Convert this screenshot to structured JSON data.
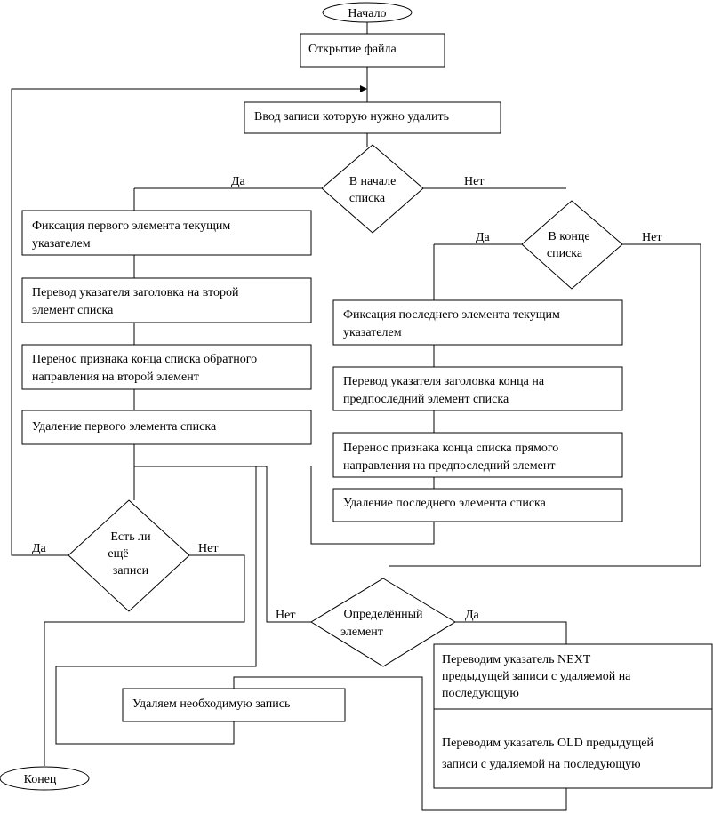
{
  "terminals": {
    "start": "Начало",
    "end": "Конец"
  },
  "process": {
    "open_file": "Открытие файла",
    "input_record": "Ввод записи которую нужно удалить",
    "first_fix": [
      "Фиксация первого элемента текущим",
      "указателем"
    ],
    "first_move_head": [
      "Перевод указателя заголовка на второй",
      "элемент списка"
    ],
    "first_transfer": [
      "Перенос признака конца списка обратного",
      "направления на второй элемент"
    ],
    "first_delete": "Удаление первого элемента списка",
    "last_fix": [
      "Фиксация последнего элемента текущим",
      "указателем"
    ],
    "last_move_head": [
      "Перевод указателя заголовка конца на",
      "предпоследний элемент списка"
    ],
    "last_transfer": [
      "Перенос признака конца списка прямого",
      "направления на предпоследний элемент"
    ],
    "last_delete": "Удаление последнего элемента списка",
    "next_pointer": [
      " Переводим указатель NEXT",
      "предыдущей записи с удаляемой на",
      "последующую"
    ],
    "old_pointer": [
      "Переводим указатель OLD предыдущей",
      "записи с удаляемой на последующую"
    ],
    "delete_needed": "Удаляем необходимую запись"
  },
  "decisions": {
    "at_start": [
      "В начале",
      "списка"
    ],
    "at_end": [
      "В конце",
      "списка"
    ],
    "more_records": [
      "Есть ли",
      "ещё",
      "записи"
    ],
    "specific": [
      "Определённый",
      "элемент"
    ]
  },
  "branch_labels": {
    "at_start_yes": "Да",
    "at_start_no": "Нет",
    "at_end_yes": "Да",
    "at_end_no": "Нет",
    "more_yes": "Да",
    "more_no": "Нет",
    "specific_no": "Нет",
    "specific_yes": "Да"
  }
}
